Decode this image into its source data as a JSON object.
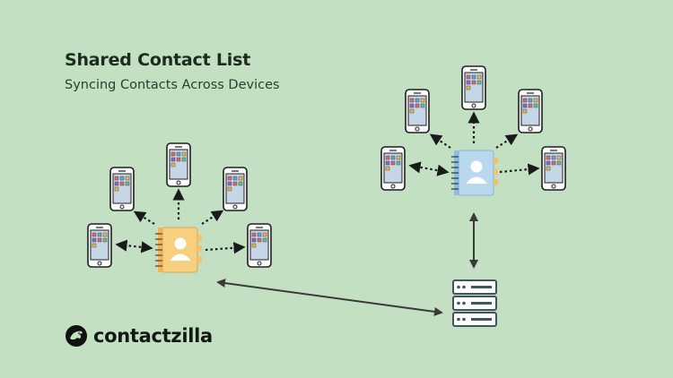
{
  "header": {
    "title": "Shared Contact List",
    "subtitle": "Syncing Contacts Across Devices"
  },
  "brand": {
    "name": "contactzilla",
    "icon": "dinosaur-logo-icon"
  },
  "colors": {
    "background": "#c3e0c3",
    "left_book": "#f6cf7f",
    "right_book": "#b9d8ee",
    "server": "#3f5561"
  },
  "nodes": {
    "left_address_book": {
      "icon": "address-book-icon",
      "color": "yellow"
    },
    "right_address_book": {
      "icon": "address-book-icon",
      "color": "blue"
    },
    "server": {
      "icon": "server-rack-icon"
    },
    "phones": {
      "icon": "smartphone-icon",
      "left_count": 5,
      "right_count": 5
    }
  }
}
